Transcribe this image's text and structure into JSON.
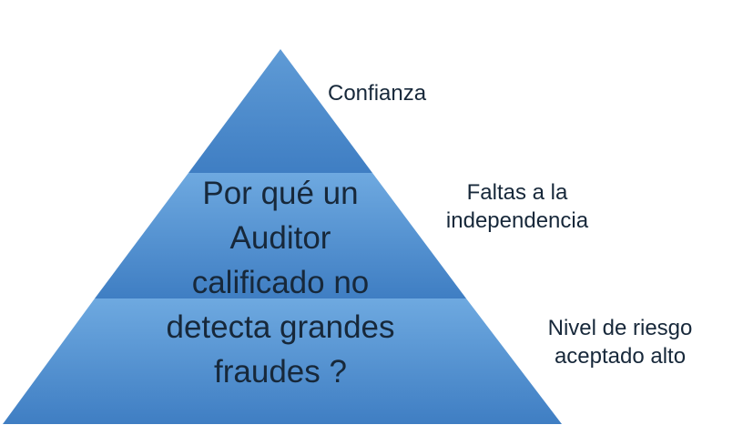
{
  "pyramid": {
    "levels": [
      {
        "label": "Confianza"
      },
      {
        "label_lines": [
          "Faltas a la",
          "independencia"
        ]
      },
      {
        "label_lines": [
          "Nivel de riesgo",
          "aceptado alto"
        ]
      }
    ],
    "center_text_lines": [
      "Por qué un",
      "Auditor",
      "calificado no",
      "detecta grandes",
      "fraudes ?"
    ]
  },
  "colors": {
    "fill_light": "#6ea9e0",
    "fill_dark": "#3d7dc3",
    "text": "#17283a"
  }
}
